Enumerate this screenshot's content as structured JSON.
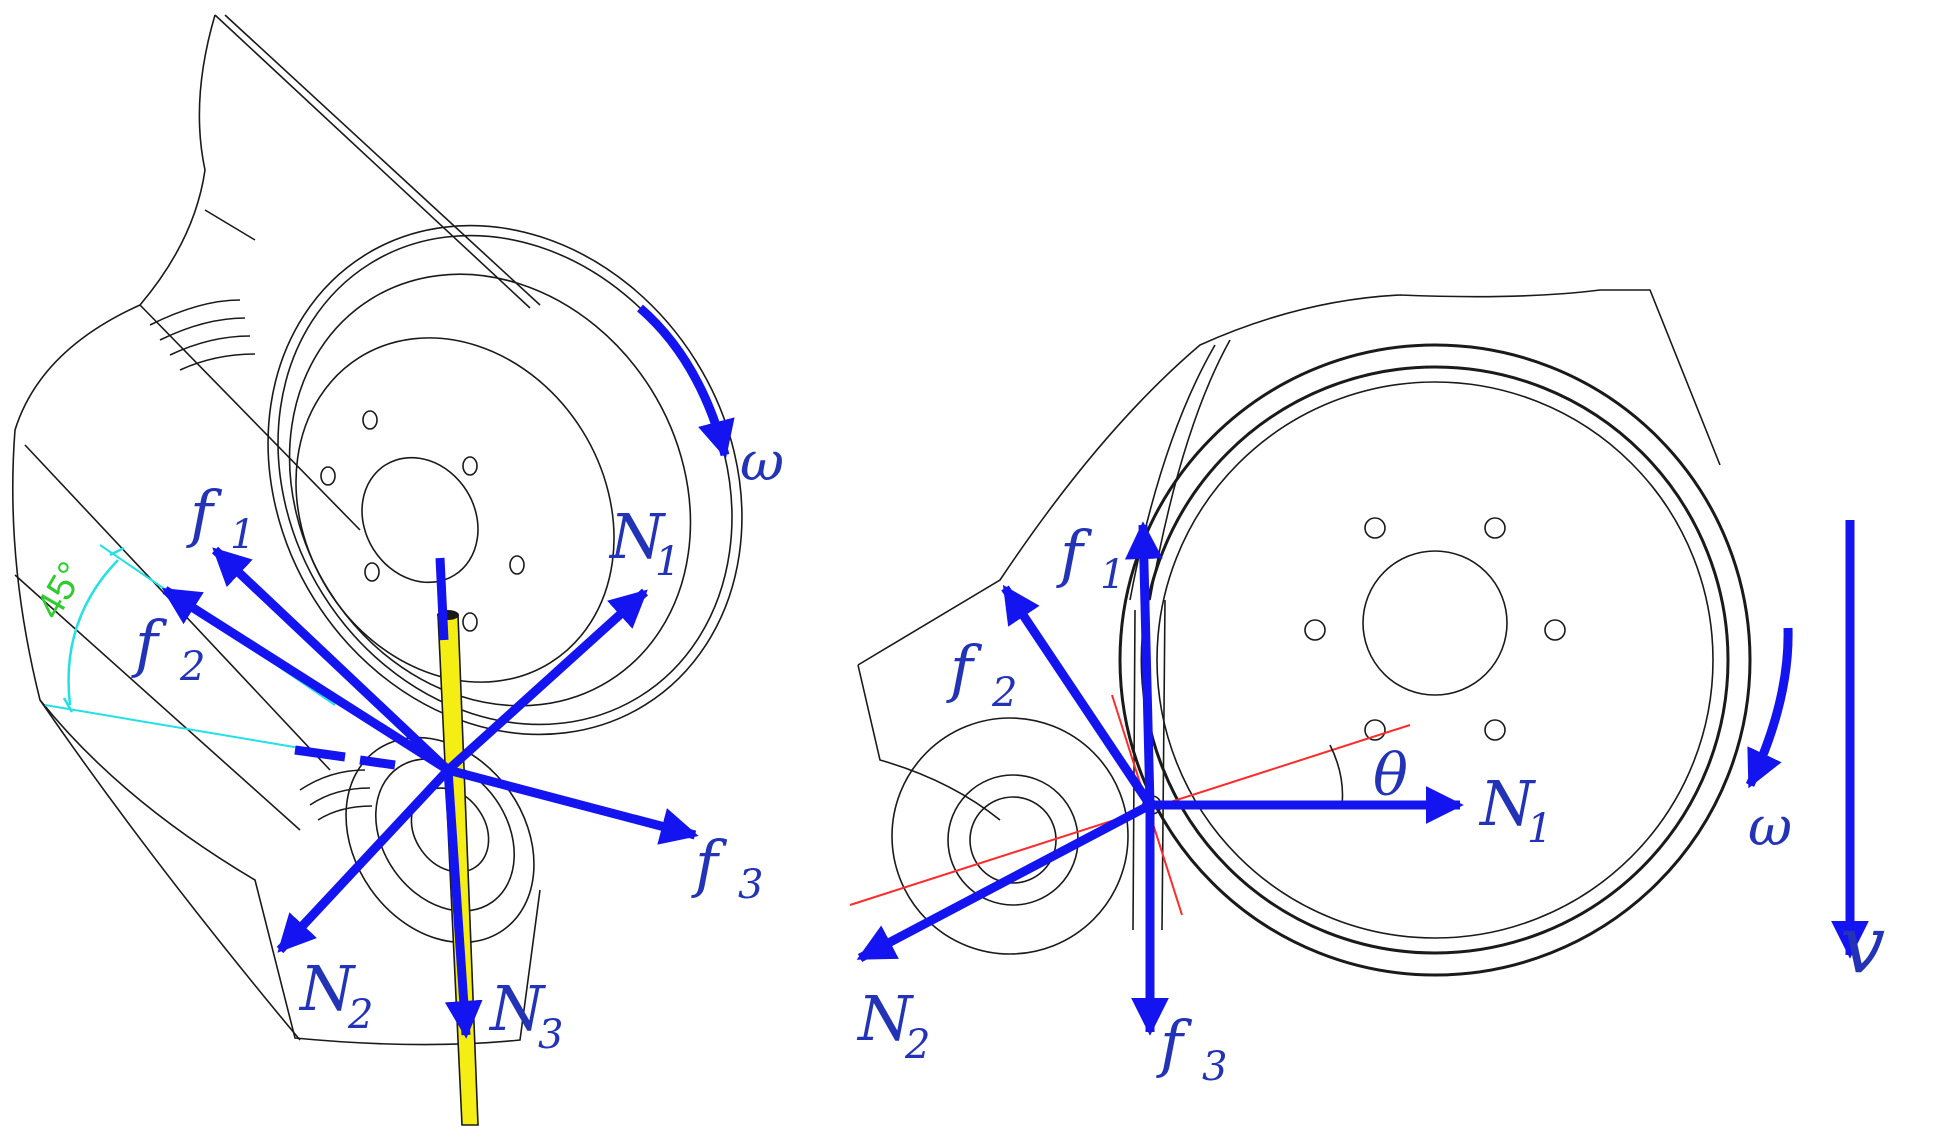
{
  "colors": {
    "arrow": "#1414f0",
    "label": "#2233b8",
    "outline": "#1a1a1a",
    "guide_cyan": "#22e0e6",
    "angle_text": "#2ecc2e",
    "tangent_red": "#ff2a2a",
    "rod_yellow": "#f5ee14"
  },
  "left_view": {
    "labels": {
      "f1": {
        "main": "f",
        "sub": "1"
      },
      "f2": {
        "main": "f",
        "sub": "2"
      },
      "f3": {
        "main": "f",
        "sub": "3"
      },
      "N1": {
        "main": "N",
        "sub": "1"
      },
      "N2": {
        "main": "N",
        "sub": "2"
      },
      "N3": {
        "main": "N",
        "sub": "3"
      },
      "omega": "ω",
      "angle": "45°"
    }
  },
  "right_view": {
    "labels": {
      "f1": {
        "main": "f",
        "sub": "1"
      },
      "f2": {
        "main": "f",
        "sub": "2"
      },
      "f3": {
        "main": "f",
        "sub": "3"
      },
      "N1": {
        "main": "N",
        "sub": "1"
      },
      "N2": {
        "main": "N",
        "sub": "2"
      },
      "omega": "ω",
      "theta": "θ",
      "v": "v"
    }
  }
}
